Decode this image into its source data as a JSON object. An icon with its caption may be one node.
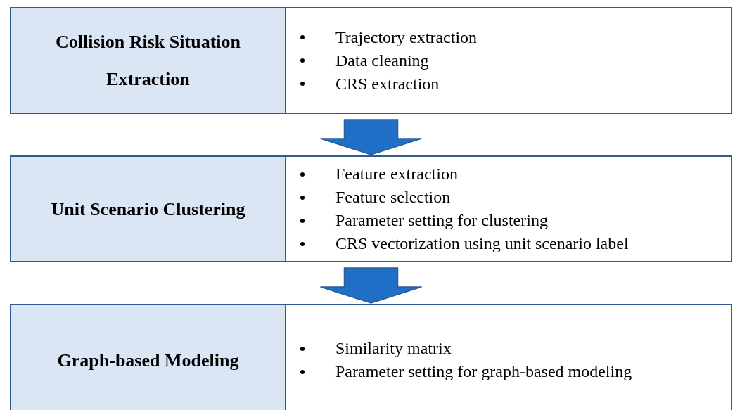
{
  "diagram": {
    "nodes": [
      {
        "text": [
          "Collision Risk Situation Extraction",
          "Trajectory extraction",
          "Data cleaning",
          "CRS extraction"
        ]
      },
      {
        "text": [
          "Unit Scenario Clustering",
          "Feature extraction",
          "Feature selection",
          "Parameter setting for clustering",
          "CRS vectorization using unit scenario label"
        ]
      },
      {
        "text": [
          "Graph-based Modeling",
          "Similarity matrix",
          "Parameter setting for graph-based modeling"
        ]
      }
    ],
    "edges": [
      {
        "from": 0,
        "to": 1,
        "arrow": "to"
      },
      {
        "from": 1,
        "to": 2,
        "arrow": "to"
      }
    ]
  }
}
